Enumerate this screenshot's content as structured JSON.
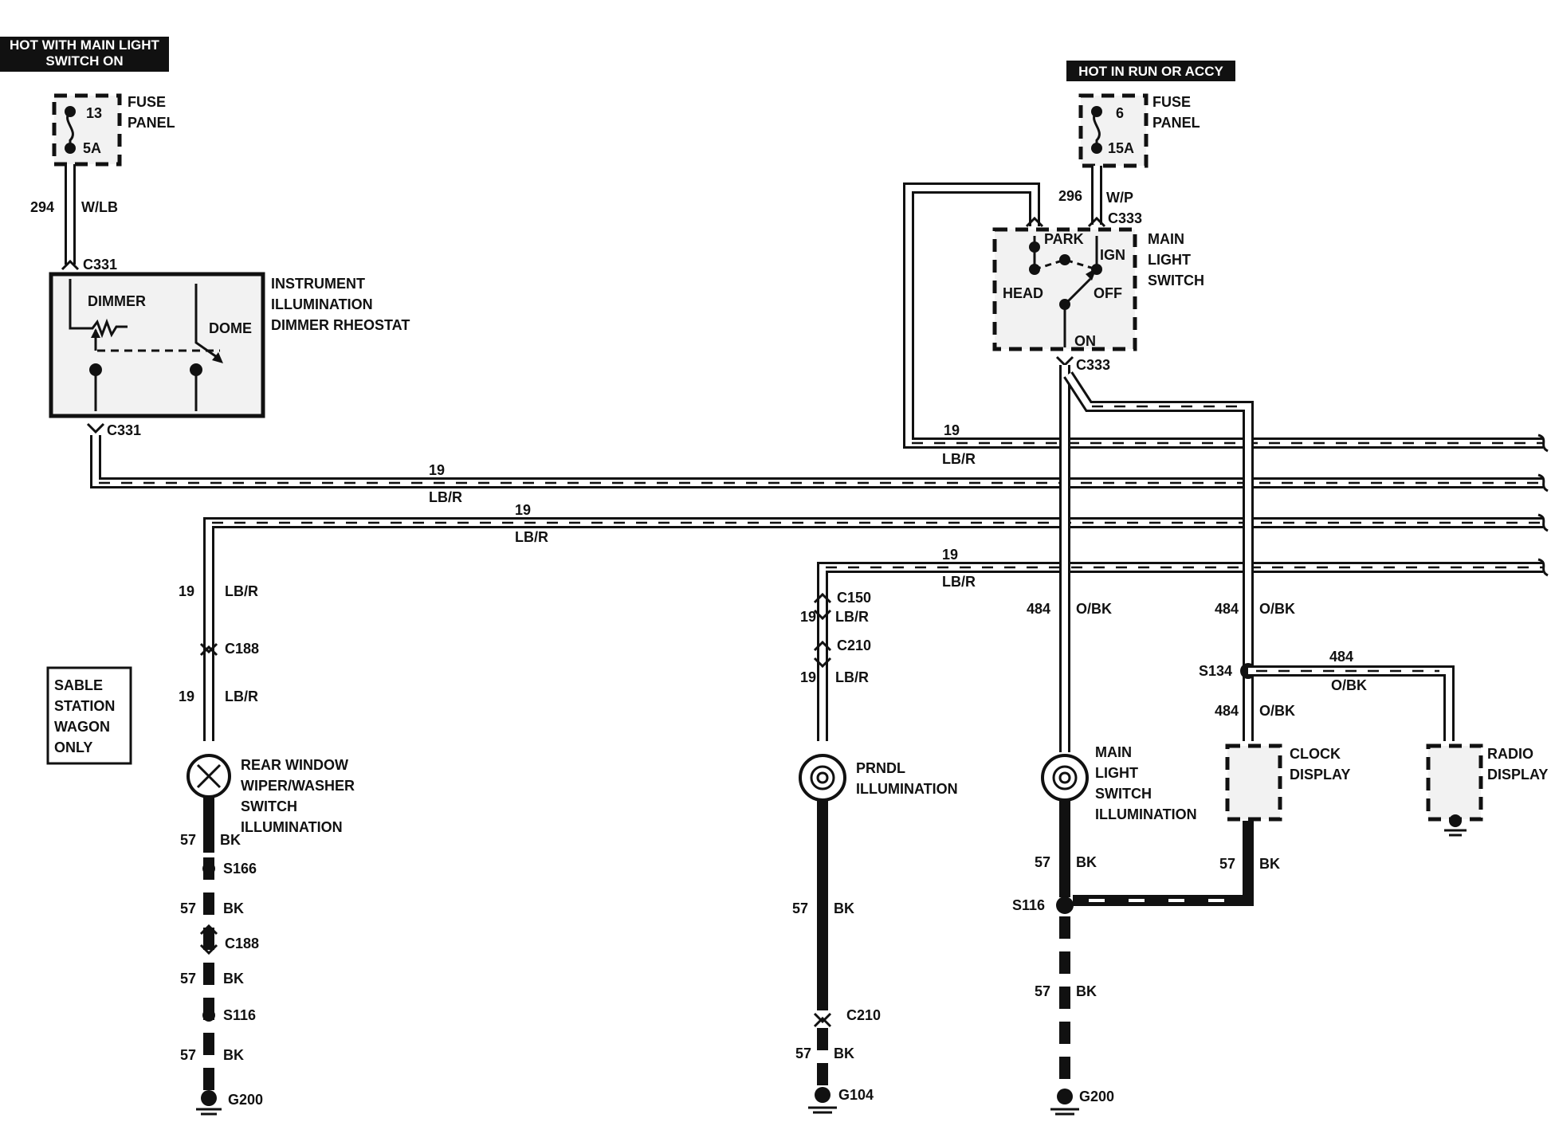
{
  "banners": {
    "left_line1": "HOT WITH MAIN LIGHT",
    "left_line2": "SWITCH ON",
    "right": "HOT IN RUN OR ACCY"
  },
  "fuse_left": {
    "number": "13",
    "rating": "5A",
    "label1": "FUSE",
    "label2": "PANEL"
  },
  "fuse_right": {
    "number": "6",
    "rating": "15A",
    "label1": "FUSE",
    "label2": "PANEL"
  },
  "dimmer": {
    "inner_left": "DIMMER",
    "inner_right": "DOME",
    "title1": "INSTRUMENT",
    "title2": "ILLUMINATION",
    "title3": "DIMMER RHEOSTAT"
  },
  "main_switch": {
    "park": "PARK",
    "ign": "IGN",
    "head": "HEAD",
    "off": "OFF",
    "on": "ON",
    "title1": "MAIN",
    "title2": "LIGHT",
    "title3": "SWITCH"
  },
  "connectors": {
    "c331": "C331",
    "c333": "C333",
    "c188": "C188",
    "c150": "C150",
    "c210": "C210",
    "s134": "S134",
    "s166": "S166",
    "s116": "S116",
    "g200": "G200",
    "g104": "G104"
  },
  "wires": {
    "n294": "294",
    "wlb": "W/LB",
    "n296": "296",
    "wp": "W/P",
    "n19": "19",
    "lbr": "LB/R",
    "n484": "484",
    "obk": "O/BK",
    "n57": "57",
    "bk": "BK"
  },
  "note": {
    "line1": "SABLE",
    "line2": "STATION",
    "line3": "WAGON",
    "line4": "ONLY"
  },
  "components": {
    "rear1": "REAR WINDOW",
    "rear2": "WIPER/WASHER",
    "rear3": "SWITCH",
    "rear4": "ILLUMINATION",
    "prndl1": "PRNDL",
    "prndl2": "ILLUMINATION",
    "mls1": "MAIN",
    "mls2": "LIGHT",
    "mls3": "SWITCH",
    "mls4": "ILLUMINATION",
    "clock1": "CLOCK",
    "clock2": "DISPLAY",
    "radio1": "RADIO",
    "radio2": "DISPLAY"
  }
}
